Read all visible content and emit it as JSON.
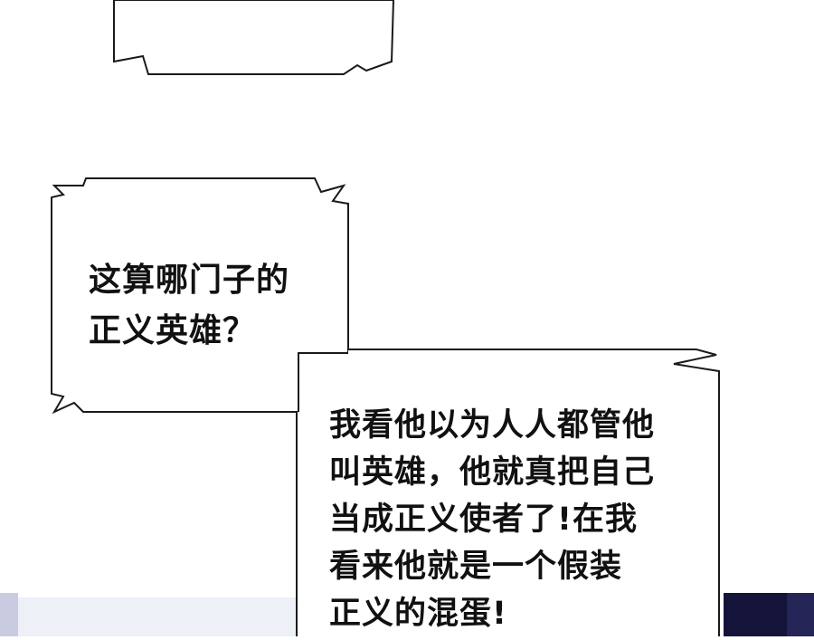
{
  "speech_bubbles": [
    {
      "id": "bubble-top",
      "text": "",
      "note_visible": false
    },
    {
      "id": "bubble-question",
      "text": "这算哪门子的\n正义英雄？"
    },
    {
      "id": "bubble-rant",
      "text": "我看他以为人人都管他\n叫英雄，他就真把自己\n当成正义使者了!在我\n看来他就是一个假装\n正义的混蛋!"
    }
  ],
  "colors": {
    "page_background": "#ffffff",
    "bubble_fill": "#ffffff",
    "bubble_outline": "#1a1a1a",
    "text": "#111111",
    "dark_panel": "#14143a",
    "light_panel": "#eef0f8"
  }
}
